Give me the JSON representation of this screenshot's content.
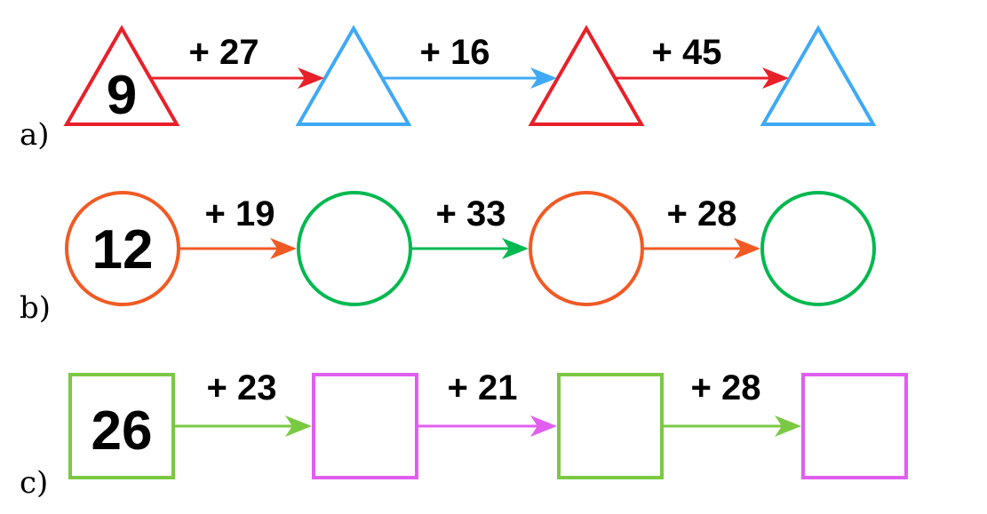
{
  "rows": [
    {
      "label": "a)",
      "shape": "triangle",
      "start": "9",
      "ops": [
        "+ 27",
        "+ 16",
        "+ 45"
      ],
      "colors": [
        "#e8202a",
        "#3fa9f5"
      ]
    },
    {
      "label": "b)",
      "shape": "circle",
      "start": "12",
      "ops": [
        "+ 19",
        "+ 33",
        "+ 28"
      ],
      "colors": [
        "#f15a24",
        "#00b84f"
      ]
    },
    {
      "label": "c)",
      "shape": "square",
      "start": "26",
      "ops": [
        "+ 23",
        "+ 21",
        "+ 28"
      ],
      "colors": [
        "#7ac943",
        "#e05ef0"
      ]
    }
  ]
}
